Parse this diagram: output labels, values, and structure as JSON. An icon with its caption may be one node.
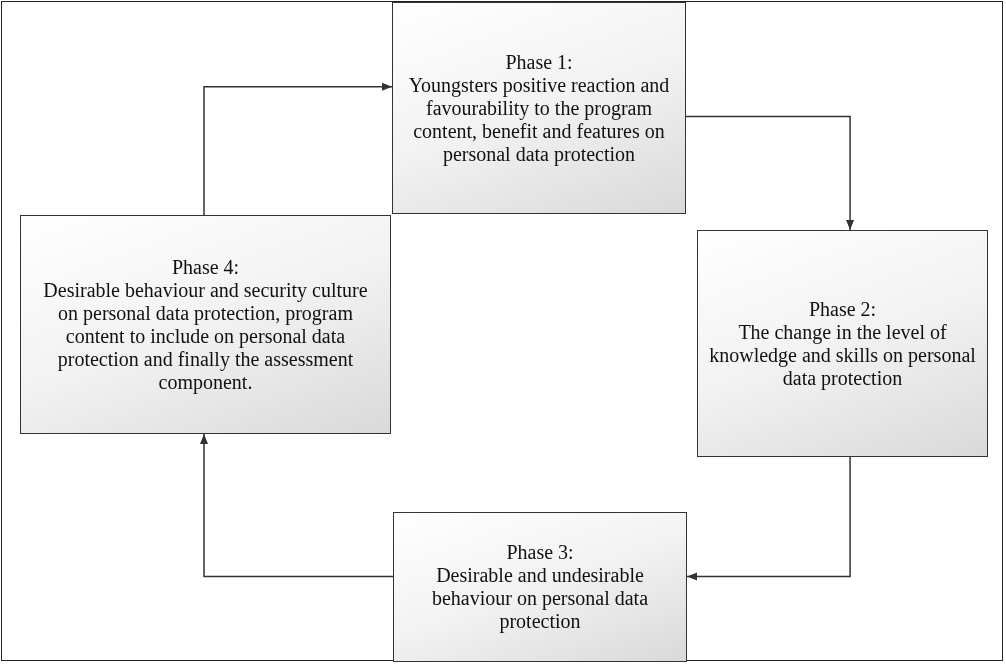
{
  "diagram": {
    "nodes": [
      {
        "text": [
          "Phase 1:",
          "Youngsters  positive reaction and favourability to the program content, benefit and features on personal data protection"
        ]
      },
      {
        "text": [
          "Phase 2:",
          "The change in the level of knowledge and skills on personal data protection"
        ]
      },
      {
        "text": [
          "Phase 3:",
          "Desirable and undesirable behaviour on personal data protection"
        ]
      },
      {
        "text": [
          "Phase 4:",
          "Desirable behaviour and security culture on personal data protection, program content to include on personal data protection and finally the assessment component."
        ]
      }
    ],
    "edges": [
      {
        "from": 0,
        "to": 1,
        "arrow": "to"
      },
      {
        "from": 1,
        "to": 2,
        "arrow": "to"
      },
      {
        "from": 2,
        "to": 3,
        "arrow": "to"
      },
      {
        "from": 3,
        "to": 0,
        "arrow": "to"
      }
    ]
  }
}
